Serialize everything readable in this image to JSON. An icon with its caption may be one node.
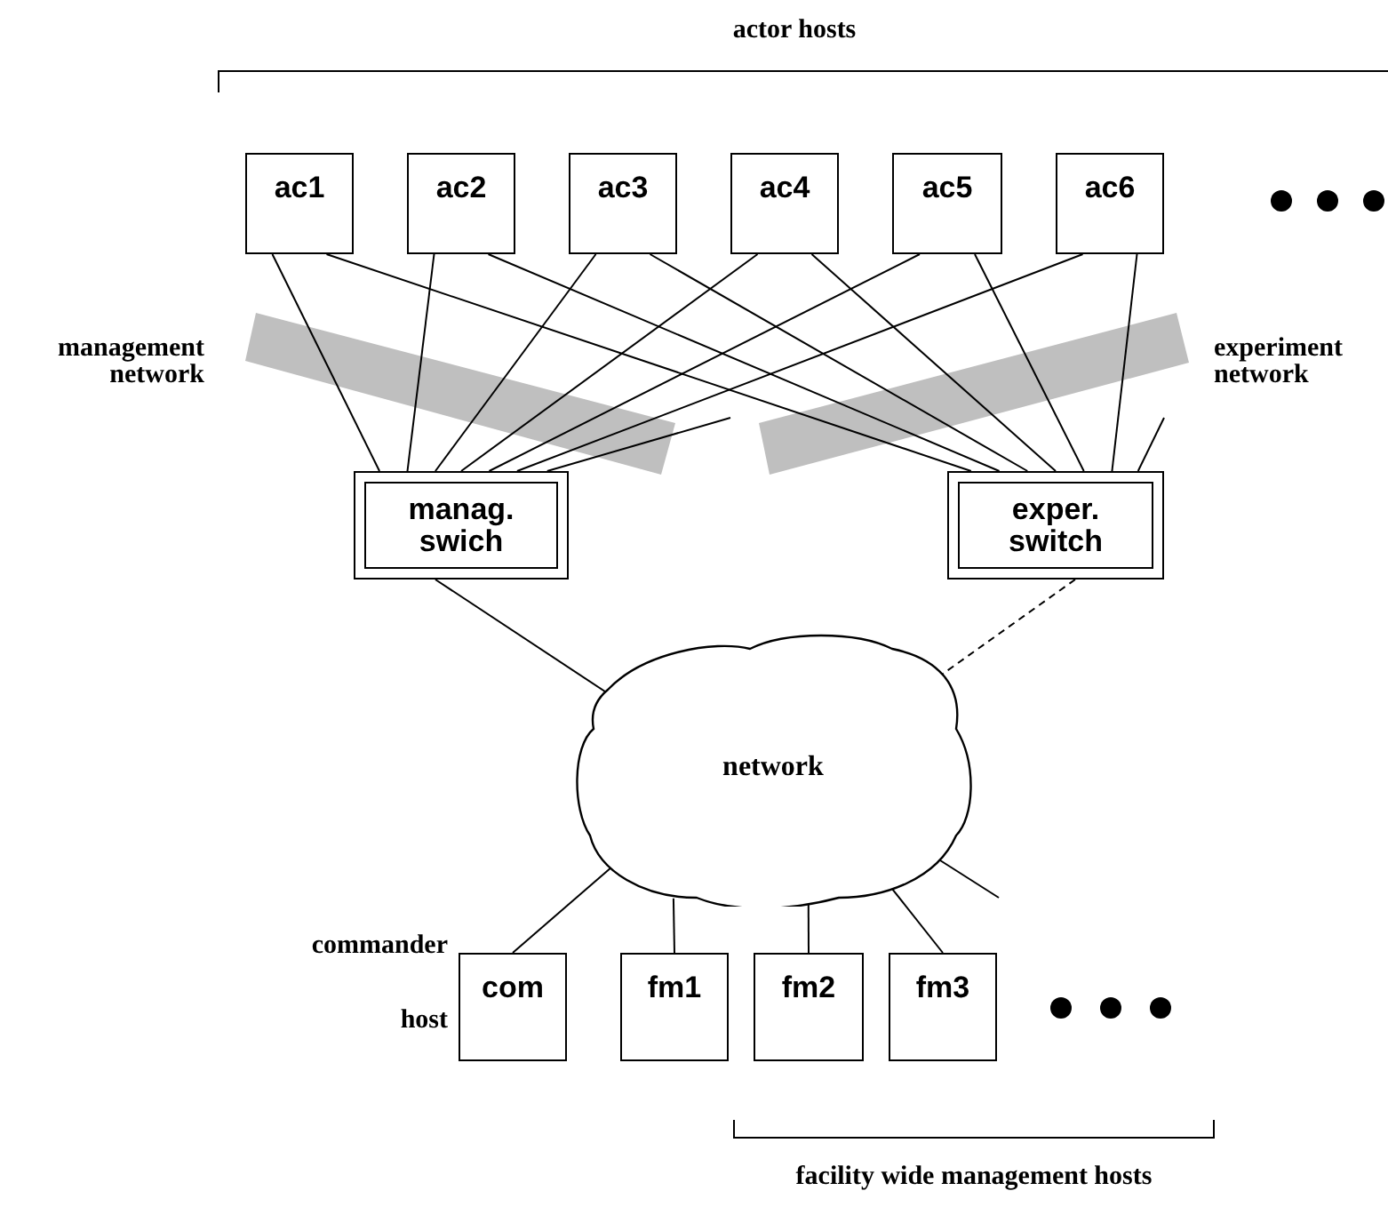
{
  "diagram": {
    "nodes": [
      {
        "text": [
          "ac1"
        ]
      },
      {
        "text": [
          "ac2"
        ]
      },
      {
        "text": [
          "ac3"
        ]
      },
      {
        "text": [
          "ac4"
        ]
      },
      {
        "text": [
          "ac5"
        ]
      },
      {
        "text": [
          "ac6"
        ]
      },
      {
        "text": [
          "manag. swich"
        ]
      },
      {
        "text": [
          "exper. switch"
        ]
      },
      {
        "text": [
          "network"
        ]
      },
      {
        "text": [
          "com"
        ]
      },
      {
        "text": [
          "fm1"
        ]
      },
      {
        "text": [
          "fm2"
        ]
      },
      {
        "text": [
          "fm3"
        ]
      }
    ],
    "edges": [
      {
        "from": 0,
        "to": 6,
        "arrow": "none"
      },
      {
        "from": 1,
        "to": 6,
        "arrow": "none"
      },
      {
        "from": 2,
        "to": 6,
        "arrow": "none"
      },
      {
        "from": 3,
        "to": 6,
        "arrow": "none"
      },
      {
        "from": 4,
        "to": 6,
        "arrow": "none"
      },
      {
        "from": 5,
        "to": 6,
        "arrow": "none"
      },
      {
        "from": 6,
        "to": null,
        "arrow": "none"
      },
      {
        "from": 0,
        "to": 7,
        "arrow": "none"
      },
      {
        "from": 1,
        "to": 7,
        "arrow": "none"
      },
      {
        "from": 2,
        "to": 7,
        "arrow": "none"
      },
      {
        "from": 3,
        "to": 7,
        "arrow": "none"
      },
      {
        "from": 4,
        "to": 7,
        "arrow": "none"
      },
      {
        "from": 5,
        "to": 7,
        "arrow": "none"
      },
      {
        "from": 7,
        "to": null,
        "arrow": "none"
      },
      {
        "from": 6,
        "to": 8,
        "arrow": "none"
      },
      {
        "from": 7,
        "to": 8,
        "arrow": "none",
        "style": "dashed"
      },
      {
        "from": 8,
        "to": 9,
        "arrow": "none"
      },
      {
        "from": 8,
        "to": 10,
        "arrow": "none"
      },
      {
        "from": 8,
        "to": 11,
        "arrow": "none"
      },
      {
        "from": 8,
        "to": 12,
        "arrow": "none"
      },
      {
        "from": 8,
        "to": null,
        "arrow": "none"
      }
    ],
    "labels": [
      "actor hosts",
      "management network",
      "experiment network",
      "commander host",
      "facility wide management hosts"
    ]
  }
}
